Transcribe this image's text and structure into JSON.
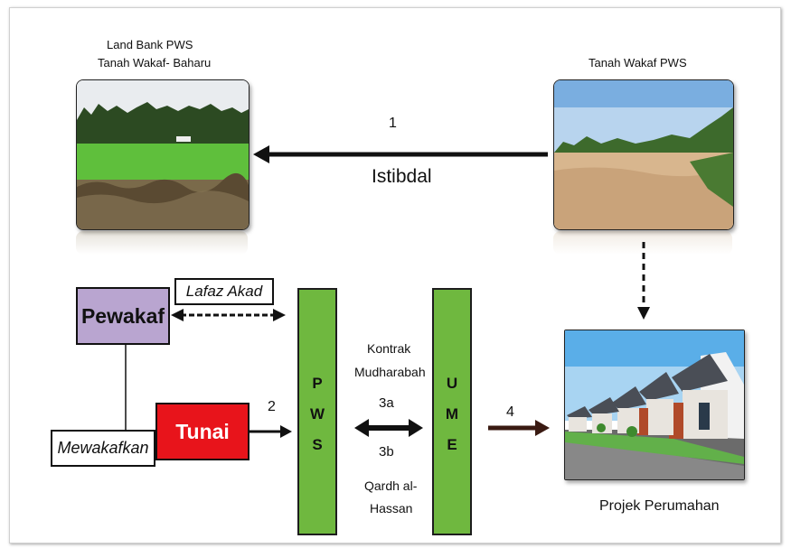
{
  "landbank": {
    "title": "Land Bank PWS",
    "subtitle": "Tanah Wakaf- Baharu"
  },
  "tanah_wakaf": {
    "title": "Tanah Wakaf PWS"
  },
  "step1": {
    "number": "1",
    "label": "Istibdal"
  },
  "pewakaf": {
    "label": "Pewakaf"
  },
  "lafaz": {
    "label": "Lafaz Akad"
  },
  "mewakafkan": {
    "label": "Mewakafkan"
  },
  "tunai": {
    "label": "Tunai"
  },
  "step2": {
    "number": "2"
  },
  "pws": {
    "letters": [
      "P",
      "W",
      "S"
    ]
  },
  "ume": {
    "letters": [
      "U",
      "M",
      "E"
    ]
  },
  "contract": {
    "line1": "Kontrak",
    "line2": "Mudharabah",
    "num_a": "3a",
    "num_b": "3b",
    "line3": "Qardh al-",
    "line4": "Hassan"
  },
  "step4": {
    "number": "4"
  },
  "projek": {
    "label": "Projek Perumahan"
  },
  "colors": {
    "pewakaf": "#b9a5d0",
    "tunai": "#e8141b",
    "green_bar": "#6fb83f",
    "arrow4": "#3a1a12"
  }
}
